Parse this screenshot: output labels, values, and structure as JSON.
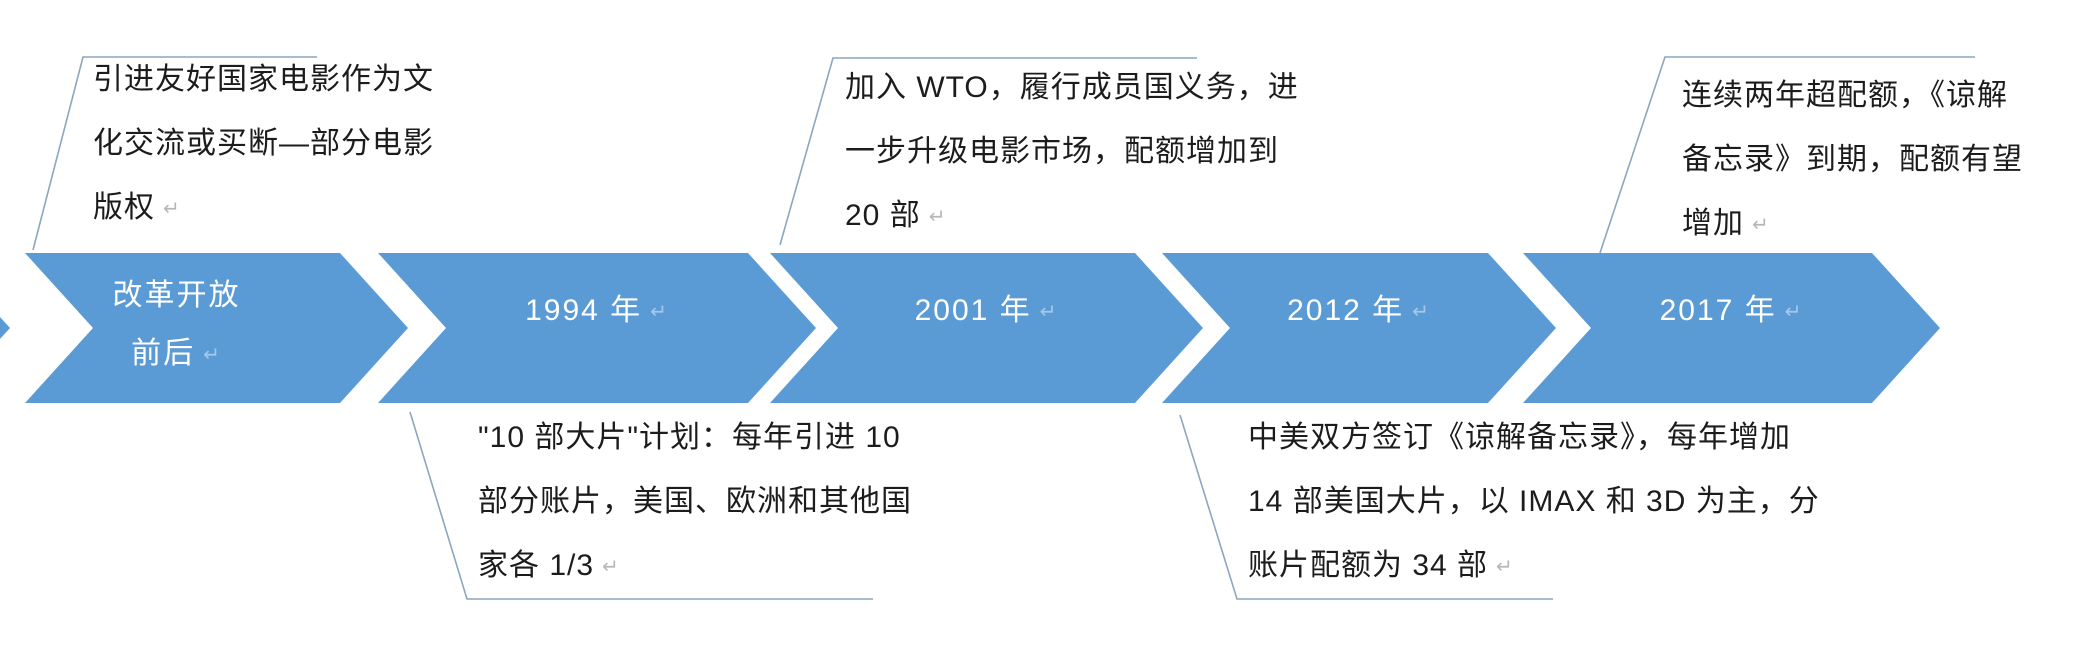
{
  "diagram": {
    "title_hint": "China film import quota timeline",
    "colors": {
      "chevron_blue": "#5b9bd5",
      "label_white": "#ffffff",
      "callout_line": "#8ca6c0",
      "body_text": "#1c1c1c"
    },
    "marks": {
      "return": "↵"
    },
    "milestones": [
      {
        "line1": "改革开放",
        "line2": "前后"
      },
      {
        "line1": "1994 年"
      },
      {
        "line1": "2001 年"
      },
      {
        "line1": "2012 年"
      },
      {
        "line1": "2017 年"
      }
    ],
    "annotations": [
      {
        "id": "reform-era",
        "position": "top",
        "lines": [
          "引进友好国家电影作为文",
          "化交流或买断—部分电影",
          "版权"
        ]
      },
      {
        "id": "y1994",
        "position": "bottom",
        "lines": [
          "\"10 部大片\"计划：每年引进 10",
          "部分账片，美国、欧洲和其他国",
          "家各 1/3"
        ]
      },
      {
        "id": "y2001",
        "position": "top",
        "lines": [
          "加入 WTO，履行成员国义务，进",
          "一步升级电影市场，配额增加到",
          "20 部"
        ]
      },
      {
        "id": "y2012",
        "position": "bottom",
        "lines": [
          "中美双方签订《谅解备忘录》，每年增加",
          "14 部美国大片，以 IMAX 和 3D 为主，分",
          "账片配额为 34 部"
        ]
      },
      {
        "id": "y2017",
        "position": "top",
        "lines": [
          "连续两年超配额，《谅解",
          "备忘录》到期，配额有望",
          "增加"
        ]
      }
    ]
  }
}
